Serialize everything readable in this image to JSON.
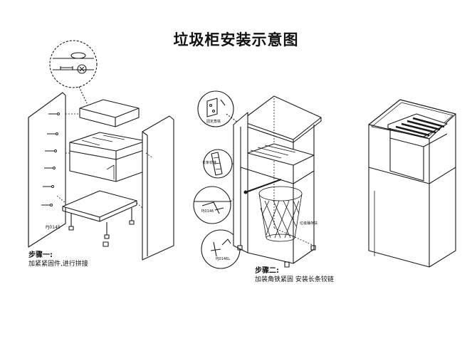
{
  "title": "垃圾柜安装示意图",
  "step1": {
    "title": "步骤一:",
    "desc": "加紧紧固件,进行拼接",
    "part_code": "PJ0145"
  },
  "step2": {
    "title": "步骤二:",
    "desc": "加装角铁紧固 安装长条铰链",
    "callouts": {
      "corner_iron": "固定角铁",
      "long_hinge": "长条铰链",
      "part_pj0146": "PJ0146",
      "part_pj0146l": "PJ0146L",
      "trash_bin": "垃圾桶存扶"
    }
  }
}
